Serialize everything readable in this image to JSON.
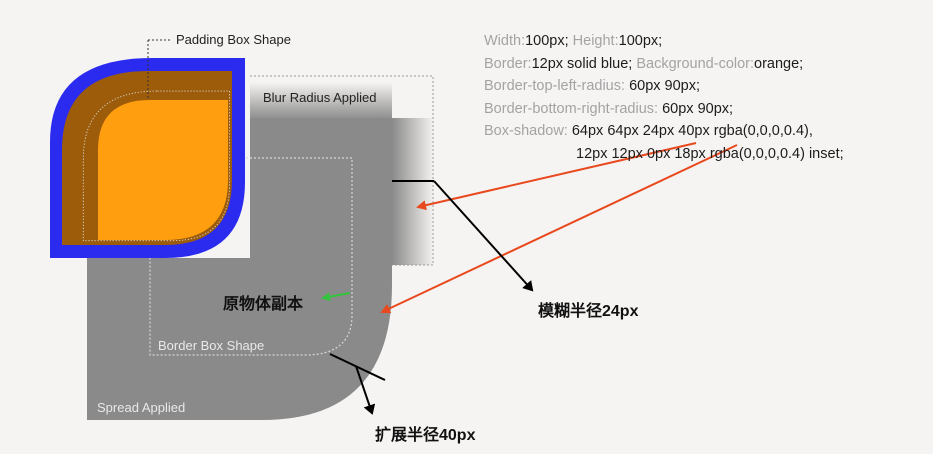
{
  "labels": {
    "padding_box": "Padding Box Shape",
    "blur_radius": "Blur Radius Applied",
    "original_copy": "原物体副本",
    "blur_radius_cn": "模糊半径24px",
    "border_box": "Border Box Shape",
    "spread": "Spread Applied",
    "spread_radius_cn": "扩展半径40px"
  },
  "code": [
    {
      "k1": "Width:",
      "v1": "100px;",
      "k2": "Height:",
      "v2": "100px;"
    },
    {
      "k1": "Border:",
      "v1": "12px solid blue;",
      "k2": "Background-color:",
      "v2": "orange;"
    },
    {
      "k1": "Border-top-left-radius:",
      "v1": "60px 90px;"
    },
    {
      "k1": "Border-bottom-right-radius:",
      "v1": "60px 90px;"
    },
    {
      "k1": "Box-shadow:",
      "v1": "64px 64px 24px 40px rgba(0,0,0,0.4),"
    },
    {
      "v1": "12px 12px 0px 18px rgba(0,0,0,0.4) inset;"
    }
  ],
  "colors": {
    "border": "#2b2bf0",
    "background": "#ff9f10",
    "inset_shadow": "#9d5c0a",
    "shadow": "#8a8a8a",
    "arrow_red": "#e8491e",
    "arrow_green": "#31c43c"
  }
}
